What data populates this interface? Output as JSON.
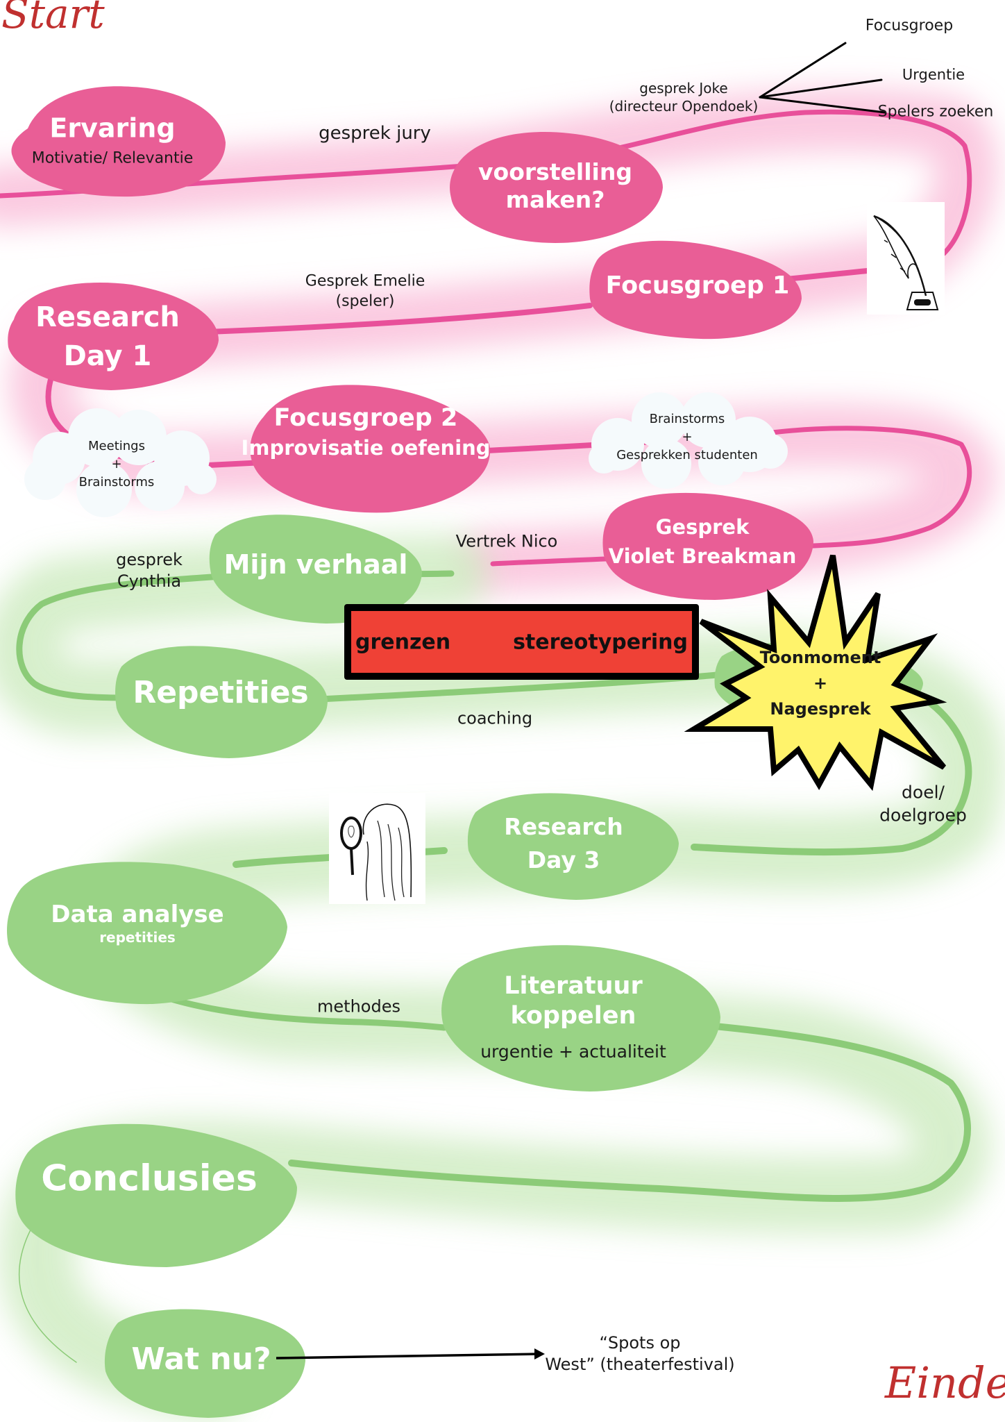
{
  "title": {
    "start": "Start",
    "end": "Einde"
  },
  "colors": {
    "pink_blob": "#E95E96",
    "pink_line": "#E8509A",
    "pink_glow": "#F9B8D6",
    "green_blob": "#99D385",
    "green_line": "#8CCB78",
    "green_glow": "#CDEBC0",
    "red_box": "#EF4136",
    "star_yellow": "#FFF36B",
    "hand_red": "#C0302F",
    "cloud": "#F5FAFC"
  },
  "pink_nodes": [
    {
      "id": "ervaring",
      "title": "Ervaring",
      "subtitle": "Motivatie/ Relevantie"
    },
    {
      "id": "voorstelling",
      "title_line1": "voorstelling",
      "title_line2": "maken?"
    },
    {
      "id": "focusgroep1",
      "title": "Focusgroep 1"
    },
    {
      "id": "research1",
      "title_line1": "Research",
      "title_line2": "Day 1"
    },
    {
      "id": "focusgroep2",
      "title": "Focusgroep 2",
      "subtitle": "Improvisatie oefening"
    },
    {
      "id": "violet",
      "title_line1": "Gesprek",
      "title_line2": "Violet Breakman"
    }
  ],
  "green_nodes": [
    {
      "id": "mijnverhaal",
      "title": "Mijn verhaal"
    },
    {
      "id": "repetities",
      "title": "Repetities"
    },
    {
      "id": "research3",
      "title_line1": "Research",
      "title_line2": "Day 3"
    },
    {
      "id": "data",
      "title": "Data analyse",
      "subtitle": "repetities"
    },
    {
      "id": "literatuur",
      "title_line1": "Literatuur",
      "title_line2": "koppelen",
      "subtitle": "urgentie + actualiteit"
    },
    {
      "id": "conclusies",
      "title": "Conclusies"
    },
    {
      "id": "watnu",
      "title": "Wat nu?"
    }
  ],
  "clouds": [
    {
      "id": "meetings",
      "line1": "Meetings",
      "line2": "+",
      "line3": "Brainstorms"
    },
    {
      "id": "brainstorms",
      "line1": "Brainstorms",
      "line2": "+",
      "line3": "Gesprekken studenten"
    }
  ],
  "labels": {
    "gesprek_jury": "gesprek jury",
    "joke_line1": "gesprek Joke",
    "joke_line2": "(directeur Opendoek)",
    "branch_focusgroep": "Focusgroep",
    "branch_urgentie": "Urgentie",
    "branch_spelers": "Spelers zoeken",
    "emelie_line1": "Gesprek Emelie",
    "emelie_line2": "(speler)",
    "vertrek": "Vertrek  Nico",
    "cynthia_line1": "gesprek",
    "cynthia_line2": "Cynthia",
    "coaching": "coaching",
    "doel_line1": "doel/",
    "doel_line2": "doelgroep",
    "methodes": "methodes",
    "spots_line1": "“Spots op",
    "spots_line2": "West” (theaterfestival)"
  },
  "signpost": {
    "left": "grenzen",
    "right": "stereotypering",
    "arrow": "chevron-left-icon"
  },
  "starburst": {
    "line1": "Toonmoment",
    "line2": "+",
    "line3": "Nagesprek"
  },
  "illustrations": {
    "quill": "quill-ink-icon",
    "mirror": "woman-mirror-icon"
  }
}
